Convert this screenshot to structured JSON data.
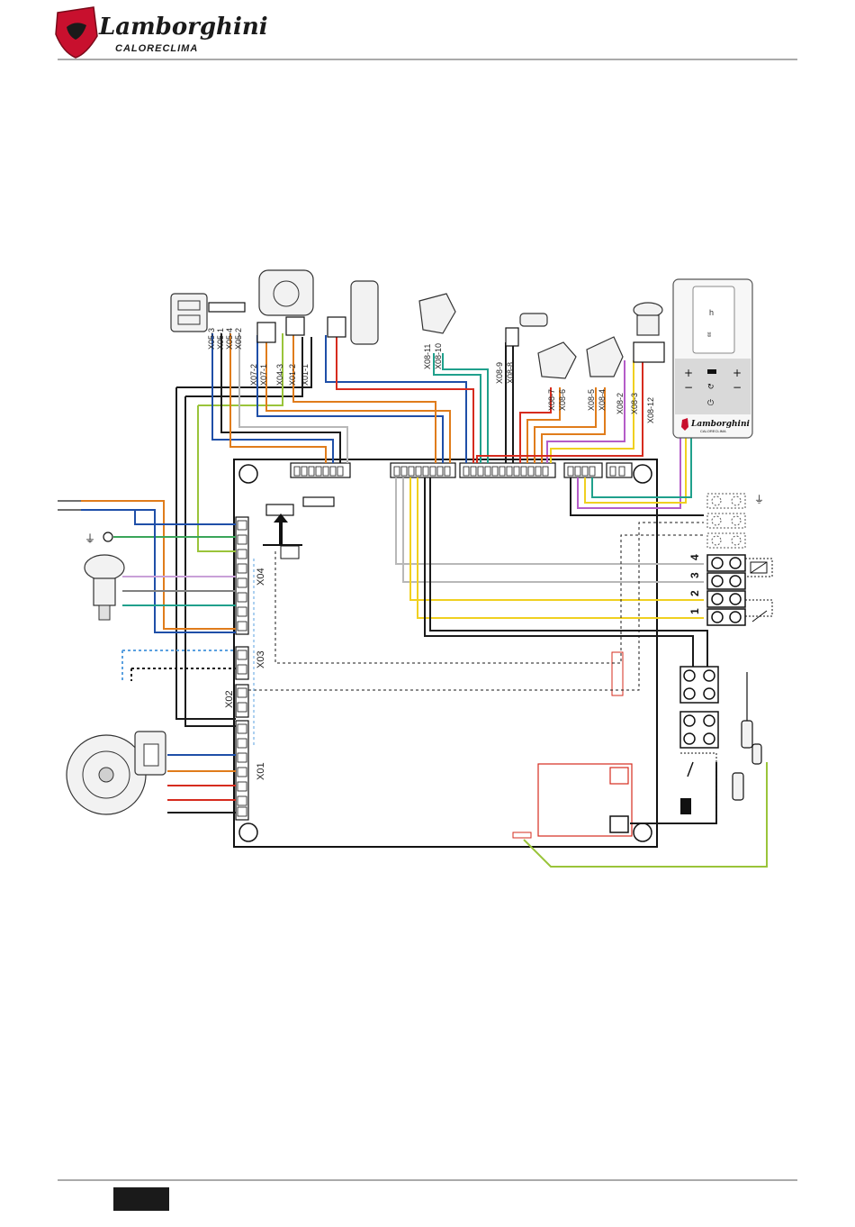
{
  "header": {
    "brand": "Lamborghini",
    "sub_brand": "CALORECLIMA"
  },
  "colors": {
    "black": "#1a1a1a",
    "blue": "#1f4fa8",
    "orange": "#e07c1b",
    "red": "#d62b1e",
    "green": "#3aa55a",
    "yellow_green": "#9ac43a",
    "yellow": "#f0d020",
    "grey": "#b8b8b8",
    "violet": "#b45cc8",
    "teal": "#20a08c",
    "brown": "#8a5a2b",
    "light_blue": "#5aa0e0",
    "brand_red": "#c8102e"
  },
  "component_labels": {
    "x05": [
      "X05-3",
      "X05-1",
      "X05-4",
      "X05-2"
    ],
    "x07_group": [
      "X07-2",
      "X07-1",
      "X04-3",
      "X01-2",
      "X01-1"
    ],
    "x08_a": [
      "X08-11",
      "X08-10"
    ],
    "x08_b": [
      "X08-9",
      "X08-8"
    ],
    "x08_c": [
      "X08-7",
      "X08-6"
    ],
    "x08_d": [
      "X08-5",
      "X08-4"
    ],
    "x08_e": [
      "X08-2",
      "X08-3",
      "X08-12"
    ]
  },
  "board_connectors": {
    "x04": "X04",
    "x03": "X03",
    "x02": "X02",
    "x01": "X01"
  },
  "terminal_numbers": [
    "4",
    "3",
    "2",
    "1"
  ],
  "panel": {
    "brand": "Lamborghini",
    "sub_brand": "CALORECLIMA",
    "h_symbol": "h",
    "flame_symbol": "ʬ"
  },
  "footer": {
    "tab": ""
  }
}
